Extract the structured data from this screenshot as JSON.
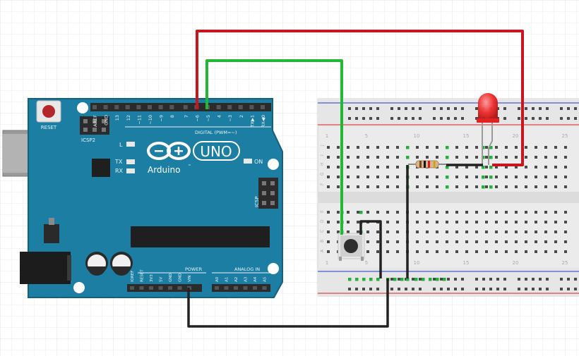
{
  "colors": {
    "board": "#1d7ea3",
    "board_edge": "#145f7d",
    "silk": "#e8f3f8",
    "header": "#2b2b2b",
    "wire_red": "#c8161e",
    "wire_green": "#22b734",
    "wire_black": "#222222",
    "breadboard": "#ebebeb",
    "breadboard_hole": "#4a4a4a",
    "active_hole": "#23b03a",
    "rail_blue": "#4a5bd4",
    "rail_red": "#e04848",
    "led": "#ee2a2a",
    "usb": "#9a9a9a"
  },
  "arduino": {
    "reset_label": "RESET",
    "icsp2_label": "ICSP2",
    "icsp_label": "ICSP",
    "l_label": "L",
    "tx_label": "TX",
    "rx_label": "RX",
    "on_label": "ON",
    "brand": "Arduino",
    "tm": "™",
    "model": "UNO",
    "digital_label": "DIGITAL (PWM=~)",
    "power_label": "POWER",
    "analog_label": "ANALOG IN",
    "digital_pins": [
      "AREF",
      "GND",
      "13",
      "12",
      "~11",
      "~10",
      "~9",
      "8",
      "7",
      "~6",
      "~5",
      "4",
      "~3",
      "2",
      "TX▶1",
      "RX◀0"
    ],
    "power_pins": [
      "IOREF",
      "RESET",
      "3V3",
      "5V",
      "GND",
      "GND",
      "VIN"
    ],
    "analog_pins": [
      "A0",
      "A1",
      "A2",
      "A3",
      "A4",
      "A5"
    ]
  },
  "breadboard": {
    "column_numbers": [
      "1",
      "5",
      "10",
      "15",
      "20",
      "25"
    ],
    "row_letters_top": [
      "J",
      "I",
      "H",
      "G",
      "F"
    ],
    "row_letters_bottom": [
      "E",
      "D",
      "C",
      "B",
      "A"
    ]
  },
  "icons": [
    "arduino-infinity-logo-icon",
    "reset-button-icon",
    "led-icon",
    "resistor-icon",
    "pushbutton-icon"
  ]
}
